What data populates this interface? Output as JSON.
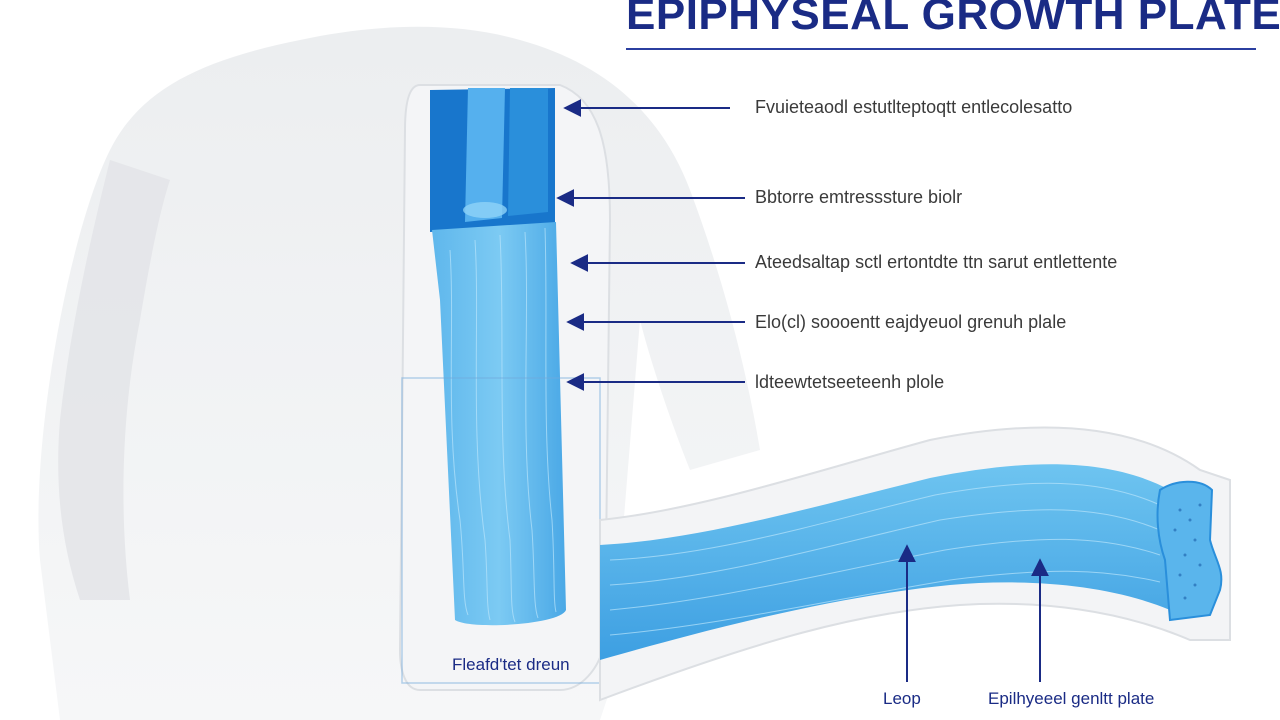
{
  "title": "EPIPHYSEAL GROWTH PLATE",
  "labels": {
    "l1": "Fvuieteaodl estutlteptoqtt entlecolesatto",
    "l2": "Bbtorre emtresssture biolr",
    "l3": "Ateedsaltap sctl ertontdte ttn sarut entlettente",
    "l4": "Elo(cl) soooentt eajdyeuol grenuh plale",
    "l5": "ldteewtetseeteenh plole",
    "l6": "Fleafd'tet dreun",
    "l7": "Leop",
    "l8": "Epilhyeeel genltt plate"
  },
  "colors": {
    "accent": "#1a2b85",
    "blue_light": "#6cc3ef",
    "blue_mid": "#3a9be0",
    "blue_dark": "#0f6fc1",
    "body_gray": "#e9eaec"
  }
}
